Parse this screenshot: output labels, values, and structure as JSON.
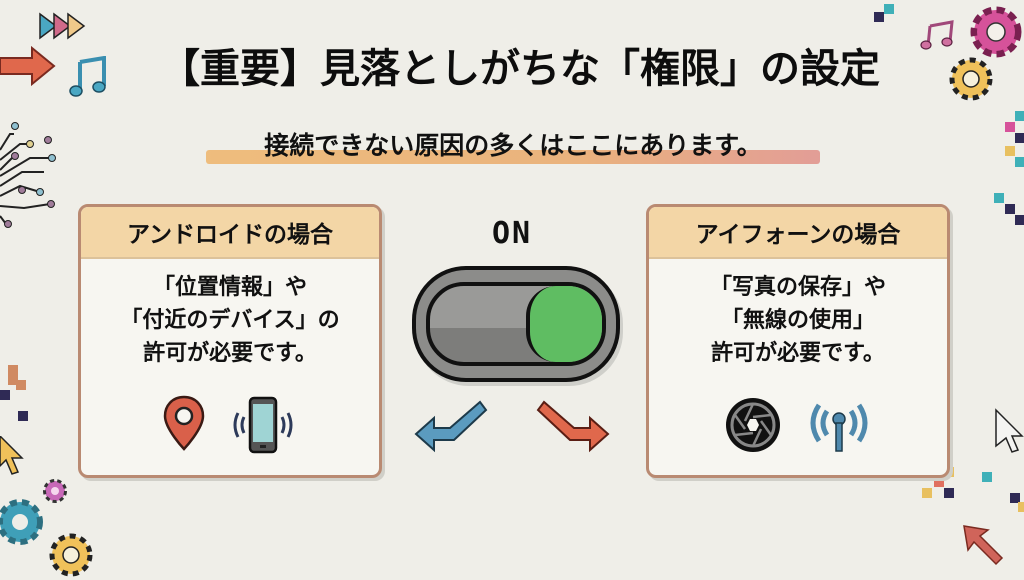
{
  "header": {
    "title": "【重要】見落としがちな「権限」の設定",
    "subtitle": "接続できない原因の多くはここにあります。"
  },
  "cards": [
    {
      "heading": "アンドロイドの場合",
      "lines": [
        "「位置情報」や",
        "「付近のデバイス」の",
        "許可が必要です。"
      ],
      "icons": [
        "location-pin-icon",
        "phone-vibrate-icon"
      ]
    },
    {
      "heading": "アイフォーンの場合",
      "lines": [
        "「写真の保存」や",
        "「無線の使用」",
        "許可が必要です。"
      ],
      "icons": [
        "camera-aperture-icon",
        "wireless-antenna-icon"
      ]
    }
  ],
  "toggle": {
    "label": "ON",
    "state": "on",
    "knob_color": "#5fbd62"
  },
  "colors": {
    "background": "#efeee8",
    "card_header": "#f3d6a6",
    "card_border": "#b98a72",
    "accent_red": "#e0684c",
    "accent_blue": "#5b9bbf",
    "accent_yellow": "#f0c15a",
    "accent_pink": "#d65aa0"
  }
}
